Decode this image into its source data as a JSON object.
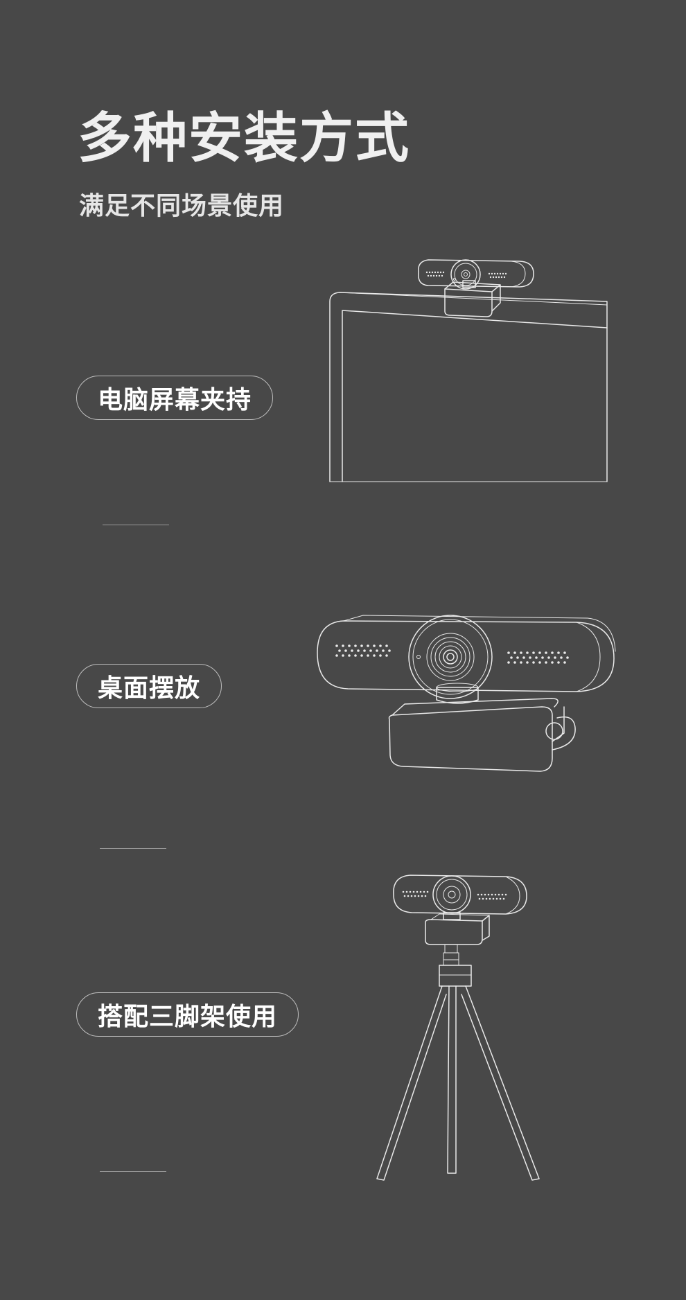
{
  "heading": {
    "title": "多种安装方式",
    "subtitle": "满足不同场景使用"
  },
  "modes": [
    {
      "label": "电脑屏幕夹持"
    },
    {
      "label": "桌面摆放"
    },
    {
      "label": "搭配三脚架使用"
    }
  ],
  "colors": {
    "background": "#484848",
    "line_art": "#e9e9e9",
    "pill_border": "#bdbdbd"
  }
}
